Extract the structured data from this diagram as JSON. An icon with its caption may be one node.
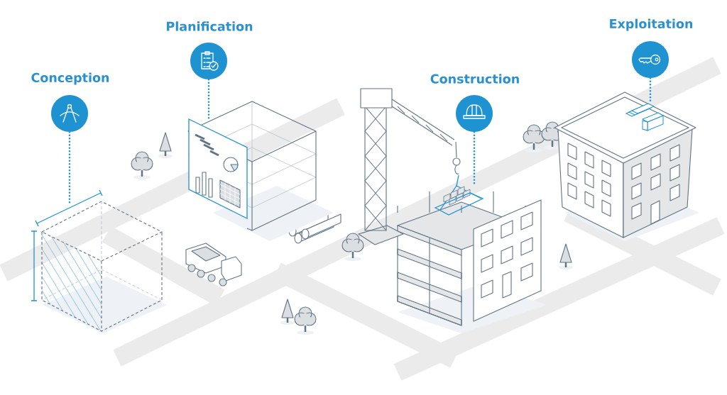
{
  "diagram": {
    "nodes": [
      {
        "text": [
          "Conception"
        ]
      },
      {
        "text": [
          "Planification"
        ]
      },
      {
        "text": [
          "Construction"
        ]
      },
      {
        "text": [
          "Exploitation"
        ]
      },
      {
        "text": [],
        "shape": "picture"
      },
      {
        "text": [],
        "shape": "picture"
      },
      {
        "text": [],
        "shape": "picture"
      },
      {
        "text": [],
        "shape": "picture"
      }
    ],
    "edges": [
      {
        "from": 0,
        "to": 4,
        "arrow": "none",
        "style": "dashed"
      },
      {
        "from": 1,
        "to": 5,
        "arrow": "none",
        "style": "dashed"
      },
      {
        "from": 2,
        "to": 6,
        "arrow": "none",
        "style": "dashed"
      },
      {
        "from": 3,
        "to": 7,
        "arrow": "none",
        "style": "dashed"
      }
    ]
  }
}
